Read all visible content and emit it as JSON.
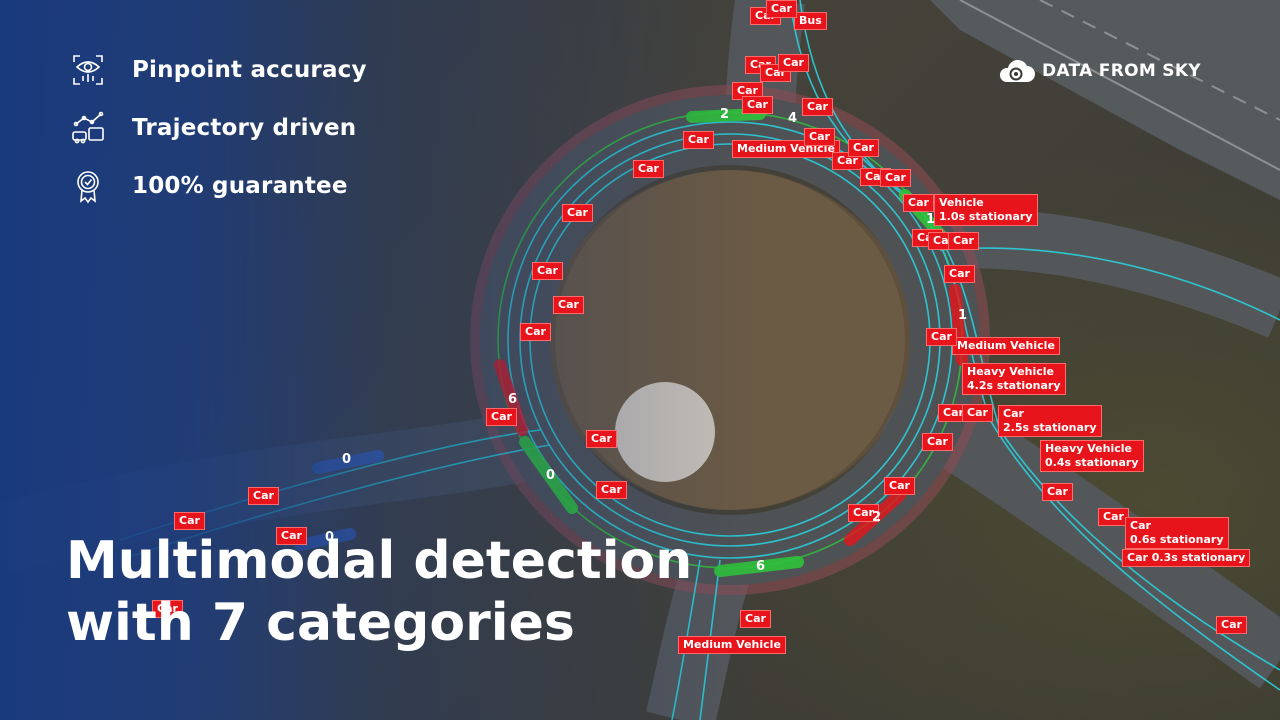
{
  "features": [
    {
      "icon": "eye-target-icon",
      "label": "Pinpoint accuracy"
    },
    {
      "icon": "trajectory-vehicles-icon",
      "label": "Trajectory driven"
    },
    {
      "icon": "guarantee-badge-icon",
      "label": "100% guarantee"
    }
  ],
  "brand": {
    "logo_icon": "cloud-logo-icon",
    "name": "DATA FROM SKY"
  },
  "headline": {
    "line1": "Multimodal detection",
    "line2": "with 7 categories"
  },
  "colors": {
    "panel": "#1b3c80",
    "label_bg": "#e8141c",
    "trajectory": "#26d9e6",
    "zone": "#2fc23b",
    "text": "#ffffff"
  },
  "detections": [
    "Car",
    "Bus",
    "Car",
    "Car",
    "Car",
    "Car",
    "Car",
    "Car",
    "Car",
    "Medium Vehicle",
    "Car",
    "Car",
    "Car",
    "Car",
    "Car",
    "Car",
    "Car",
    "Medium Vehicle",
    "Car",
    "Car",
    "Car",
    "Car",
    "Car",
    "Heavy Vehicle\n4.2s stationary",
    "Medium Vehicle",
    "Car",
    "Car",
    "Car",
    "Car\n2.5s stationary",
    "Heavy Vehicle\n0.4s stationary",
    "Car",
    "Car",
    "Car",
    "Car",
    "Car",
    "Car",
    "Car",
    "Car",
    "Car\n0.6s stationary",
    "Car 0.3s stationary",
    "Car",
    "Car",
    "Car",
    "Car",
    "Car",
    "Medium Vehicle",
    "Car",
    "Car",
    "Vehicle\n1.0s stationary",
    "Car",
    "Car",
    "Car"
  ],
  "zones": [
    "2",
    "4",
    "1",
    "1",
    "6",
    "0",
    "0",
    "0",
    "2",
    "6"
  ]
}
